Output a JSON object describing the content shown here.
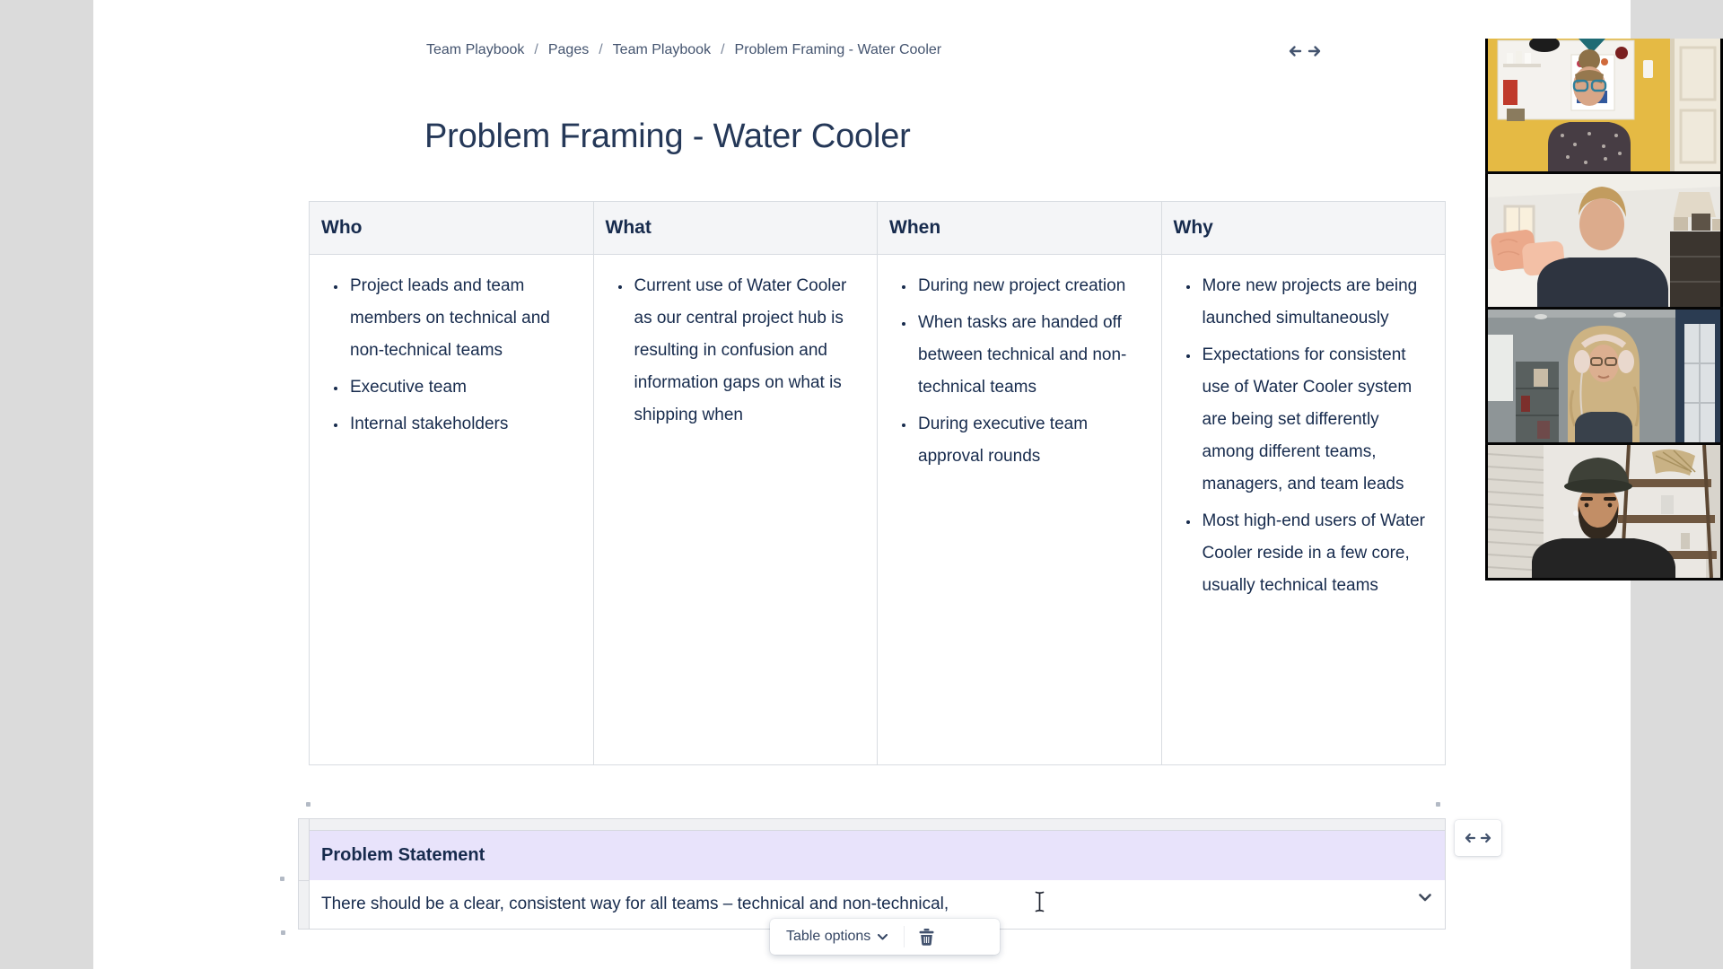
{
  "breadcrumb": {
    "items": [
      "Team Playbook",
      "Pages",
      "Team Playbook",
      "Problem Framing - Water Cooler"
    ],
    "separator": "/"
  },
  "page": {
    "title": "Problem Framing - Water Cooler"
  },
  "who_table": {
    "columns": [
      {
        "header": "Who",
        "items": [
          "Project leads and team members on technical and non-technical teams",
          "Executive team",
          "Internal stakeholders"
        ]
      },
      {
        "header": "What",
        "items": [
          "Current use of Water Cooler as our central project hub is resulting in confusion and information gaps on what is shipping when"
        ]
      },
      {
        "header": "When",
        "items": [
          "During new project creation",
          "When tasks are handed off between technical and non-technical teams",
          "During executive team approval rounds"
        ]
      },
      {
        "header": "Why",
        "items": [
          "More new projects are being launched simultaneously",
          "Expectations for consistent use of Water Cooler system are being set differently among different teams, managers, and team leads",
          "Most high-end users of Water Cooler reside in a few core, usually technical teams"
        ]
      }
    ]
  },
  "problem_table": {
    "header": "Problem Statement",
    "body": "There should be a clear, consistent way for all teams – technical and non-technical,"
  },
  "table_toolbar": {
    "options_label": "Table options"
  },
  "icons": {
    "page_width_toggle": "left-right-arrows",
    "table_expand": "left-right-arrows",
    "cell_options": "chevron-down",
    "table_options_chevron": "chevron-down",
    "delete_table": "trash",
    "mouse_pointer": "text-ibeam"
  },
  "colors": {
    "desktop_background": "#dbdbdb",
    "window_background": "#ffffff",
    "text": "#172b4d",
    "title": "#253858",
    "breadcrumb": "#44546f",
    "table_border": "#d8dce1",
    "table_header_background": "#f4f5f7",
    "problem_header_background": "#e8e3fb",
    "gutter_background": "#f0f1f3",
    "icon": "#44546f"
  },
  "video_call": {
    "participant_count": 4,
    "participants": [
      {
        "label": "participant-1-woman-glasses-yellow-room"
      },
      {
        "label": "participant-2-man-navy-shirt-bedroom"
      },
      {
        "label": "participant-3-woman-headphones-gray-room"
      },
      {
        "label": "participant-4-man-cap-wood-shelves"
      }
    ]
  }
}
